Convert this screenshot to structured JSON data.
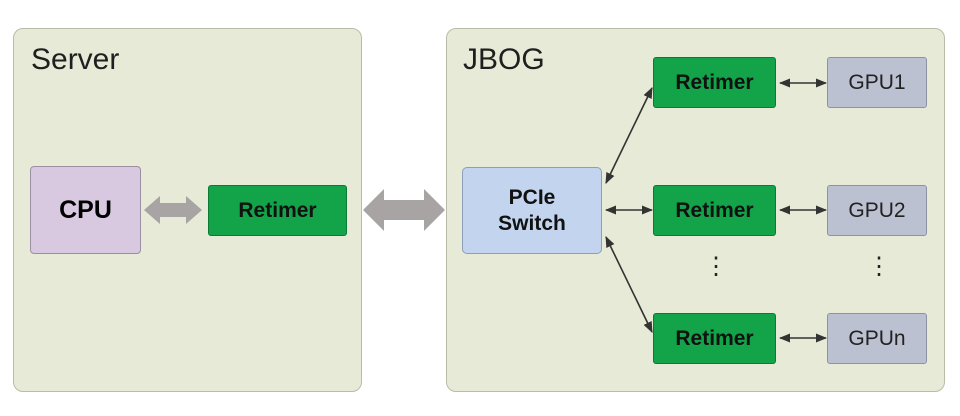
{
  "server": {
    "title": "Server",
    "cpu_label": "CPU",
    "retimer_label": "Retimer"
  },
  "jbog": {
    "title": "JBOG",
    "switch_label": "PCIe\nSwitch",
    "retimer_label": "Retimer",
    "gpus": [
      "GPU1",
      "GPU2",
      "GPUn"
    ],
    "ellipsis": "⋮"
  },
  "colors": {
    "panel_bg": "#e6ead7",
    "retimer": "#13a349",
    "cpu": "#d8c9e0",
    "switch": "#c3d5ee",
    "gpu": "#bcc1d1",
    "fat_arrow": "#a8a4a4"
  }
}
